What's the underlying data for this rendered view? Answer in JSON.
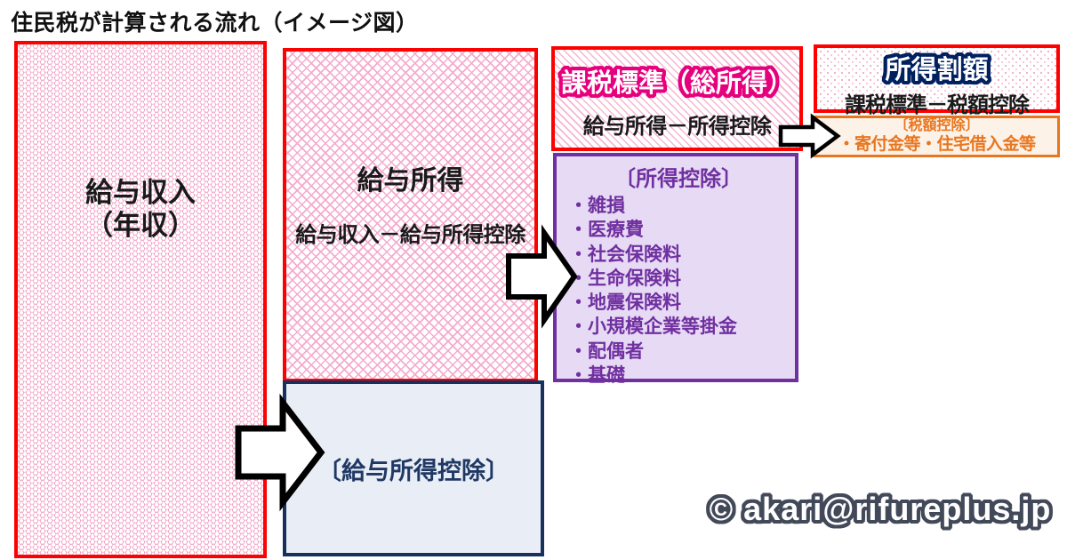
{
  "page": {
    "title": "住民税が計算される流れ（イメージ図）"
  },
  "boxes": {
    "salary_income": {
      "line1": "給与収入",
      "line2": "（年収）"
    },
    "employment_income": {
      "title": "給与所得",
      "formula": "給与収入－給与所得控除"
    },
    "employment_income_deduction": {
      "label": "〔給与所得控除〕"
    },
    "taxable_base": {
      "title": "課税標準（総所得）",
      "formula": "給与所得－所得控除"
    },
    "income_deductions": {
      "title": "〔所得控除〕",
      "items": [
        "・雑損",
        "・医療費",
        "・社会保険料",
        "・生命保険料",
        "・地震保険料",
        "・小規模企業等掛金",
        "・配偶者",
        "・基礎"
      ]
    },
    "income_levy": {
      "title": "所得割額",
      "formula": "課税標準－税額控除"
    },
    "tax_credits": {
      "title": "〔税額控除〕",
      "line": "・寄付金等・住宅借入金等"
    }
  },
  "footer": {
    "copyright": "© akari@rifureplus.jp"
  },
  "colors": {
    "box_border_red": "#fe0000",
    "pattern_pink": "#f4abcb",
    "deduction_border_navy": "#17315c",
    "deduction_bg": "#e9edf6",
    "purple_border": "#7030a0",
    "purple_bg": "#e7daf5",
    "orange_border": "#e8761f",
    "orange_bg": "#fdf2e8",
    "bubble_pink_outline": "#e6007e",
    "bubble_navy_outline": "#002060",
    "copyright_outline": "#424959"
  }
}
